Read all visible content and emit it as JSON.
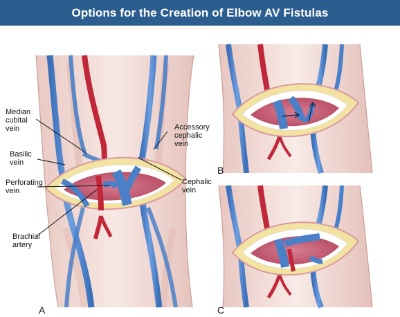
{
  "title": "Options for the Creation of Elbow AV Fistulas",
  "colors": {
    "title_bar": "#2b5e8e",
    "skin": "#f2d9d4",
    "vein": "#4a80c8",
    "artery": "#c0283a",
    "fat": "#f3e3a2"
  },
  "labels": {
    "median_cubital_vein": [
      "Median",
      "cubital",
      "vein"
    ],
    "basilic_vein": [
      "Basilic",
      "vein"
    ],
    "perforating_vein": [
      "Perforating",
      "vein"
    ],
    "brachial_artery": [
      "Brachial",
      "artery"
    ],
    "accessory_cephalic_vein": [
      "Accessory",
      "cephalic",
      "vein"
    ],
    "cephalic_vein": [
      "Cephalic",
      "vein"
    ]
  },
  "panels": {
    "a": "A",
    "b": "B",
    "c": "C"
  }
}
